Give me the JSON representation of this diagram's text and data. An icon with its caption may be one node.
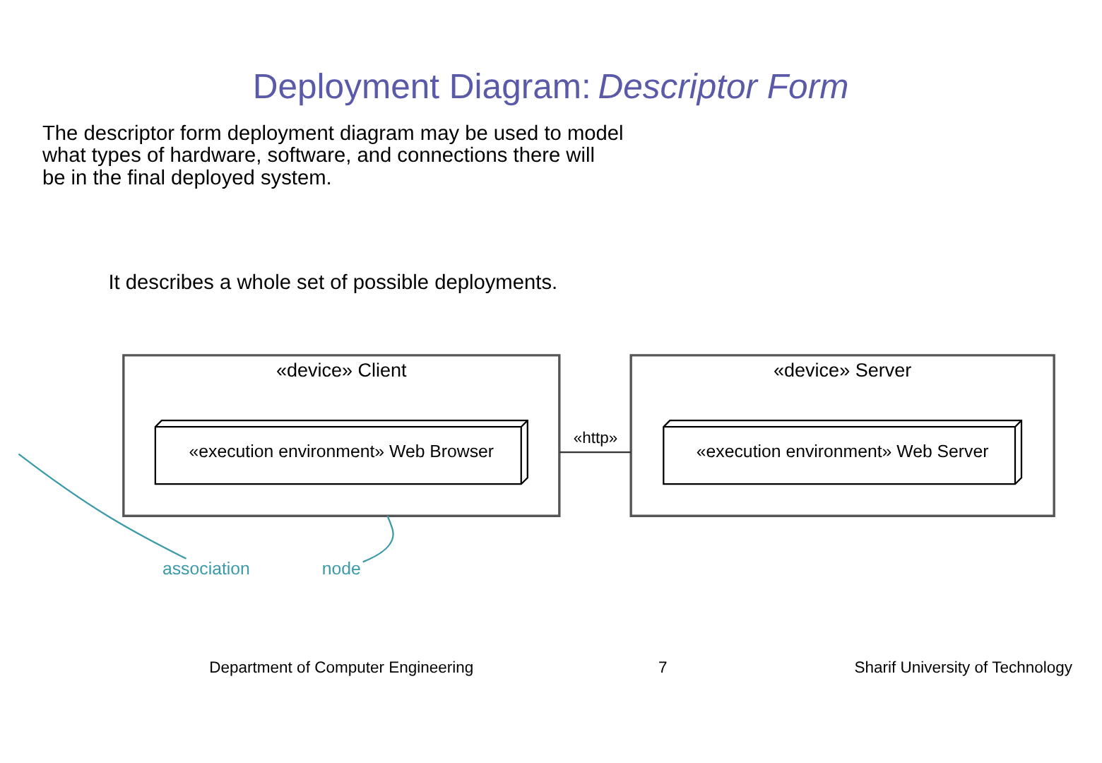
{
  "diagram": {
    "title": "Deployment Diagram: *Descriptor Form*",
    "nodes": [
      {
        "text": [
          "«device» Client"
        ]
      },
      {
        "text": [
          "«execution environment» Web Browser"
        ],
        "in": 0
      },
      {
        "text": [
          "«device» Server"
        ]
      },
      {
        "text": [
          "«execution environment» Web Server"
        ],
        "in": 2
      },
      {
        "text": [
          "association"
        ]
      },
      {
        "text": [
          "node"
        ]
      }
    ],
    "edges": [
      {
        "from": 0,
        "to": 2,
        "arrow": "none",
        "label": "«http»",
        "color": "#333333"
      },
      {
        "from": 4,
        "to": null,
        "arrow": "none",
        "color": "#3a9aa8"
      },
      {
        "from": 5,
        "to": 0,
        "arrow": "none",
        "color": "#3a9aa8"
      }
    ],
    "labels": [
      "The descriptor form deployment diagram may be used to model what types of hardware, software, and connections there will be in the final deployed system.",
      "It describes a whole set of possible deployments.",
      "Department of Computer Engineering",
      "7",
      "Sharif University of Technology"
    ]
  }
}
